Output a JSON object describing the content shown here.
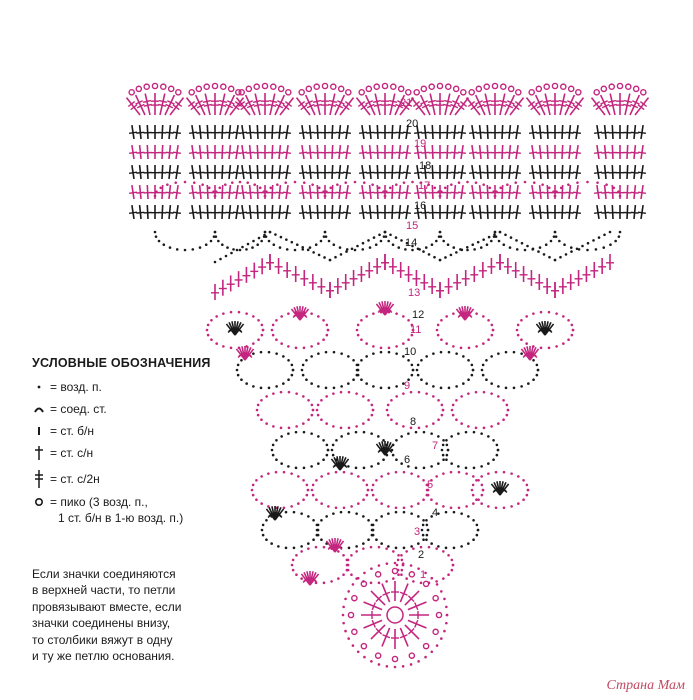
{
  "legend": {
    "title": "УСЛОВНЫЕ ОБОЗНАЧЕНИЯ",
    "items": [
      {
        "icon": "chain-dot-icon",
        "label": "= возд. п."
      },
      {
        "icon": "slip-stitch-arc-icon",
        "label": "= соед. ст."
      },
      {
        "icon": "single-crochet-bar-icon",
        "label": "= ст. б/н"
      },
      {
        "icon": "double-crochet-cross-icon",
        "label": "= ст. с/н"
      },
      {
        "icon": "treble-crochet-double-cross-icon",
        "label": "= ст. с/2н"
      },
      {
        "icon": "picot-ring-icon",
        "label": "= пико (3 возд. п.,",
        "label2": "1 ст. б/н в 1-ю возд. п.)"
      }
    ]
  },
  "note": {
    "lines": [
      "Если значки соединяются",
      "в верхней части, то петли",
      "провязывают вместе, если",
      "значки соединены внизу,",
      "то столбики вяжут в одну",
      "и ту же петлю основания."
    ]
  },
  "row_numbers": [
    "1",
    "2",
    "3",
    "4",
    "5",
    "6",
    "7",
    "8",
    "9",
    "10",
    "11",
    "12",
    "13",
    "14",
    "15",
    "16",
    "17",
    "18",
    "19",
    "20",
    "21"
  ],
  "watermark": "Страна Мам",
  "colors": {
    "pink": "#c4267f",
    "black": "#1a1a1a",
    "watermark": "#c04a63"
  }
}
